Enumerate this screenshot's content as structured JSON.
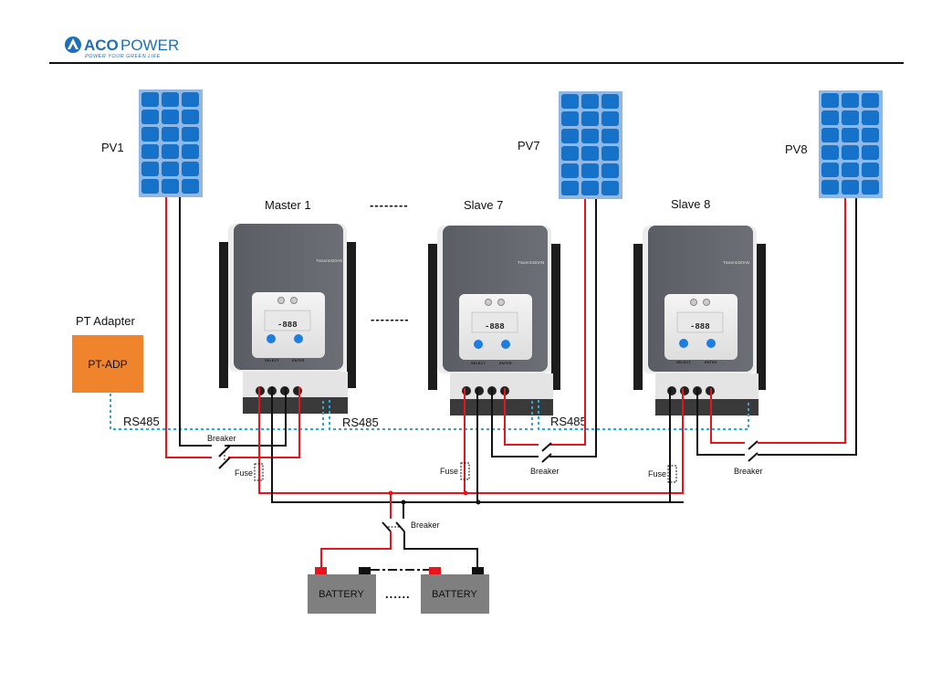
{
  "header": {
    "brand": "ACOPOWER",
    "brand_prefix": "ACO",
    "brand_suffix": "POWER",
    "tagline": "POWER YOUR GREEN LIFE",
    "brand_color": "#1e6fb8"
  },
  "pv_panels": [
    {
      "id": "pv1",
      "label": "PV1"
    },
    {
      "id": "pv7",
      "label": "PV7"
    },
    {
      "id": "pv8",
      "label": "PV8"
    }
  ],
  "controllers": [
    {
      "id": "master1",
      "label": "Master 1",
      "model": "Tracer4420AN",
      "buttons": [
        "SELECT",
        "ENTER"
      ],
      "lcd": "-888"
    },
    {
      "id": "slave7",
      "label": "Slave 7",
      "model": "Tracer4420AN",
      "buttons": [
        "SELECT",
        "ENTER"
      ],
      "lcd": "-888"
    },
    {
      "id": "slave8",
      "label": "Slave 8",
      "model": "Tracer4420AN",
      "buttons": [
        "SELECT",
        "ENTER"
      ],
      "lcd": "-888"
    }
  ],
  "ellipsis": "--------",
  "adapter": {
    "title": "PT Adapter",
    "label": "PT-ADP",
    "color": "#f0842c"
  },
  "comm_labels": [
    "RS485",
    "RS485",
    "RS485"
  ],
  "component_labels": {
    "breaker": "Breaker",
    "fuse": "Fuse"
  },
  "batteries": [
    {
      "label": "BATTERY"
    },
    {
      "label": "BATTERY"
    }
  ],
  "battery_ellipsis": "......",
  "colors": {
    "positive_wire": "#e8141b",
    "negative_wire": "#111111",
    "rs485_wire": "#2aa7dc",
    "panel_frame": "#8fb8e6",
    "panel_cell": "#1672c9",
    "battery_body": "#7f7f7f"
  }
}
